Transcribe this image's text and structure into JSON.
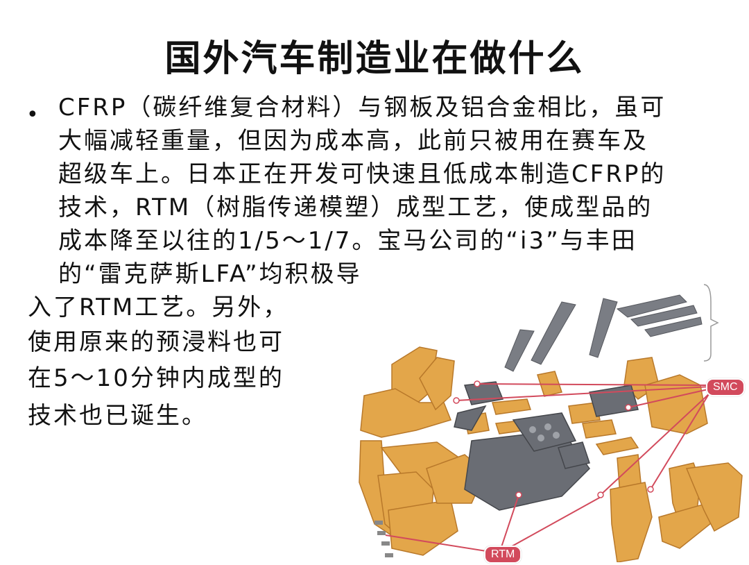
{
  "slide": {
    "title": "国外汽车制造业在做什么",
    "bullet_symbol": "•",
    "paragraph_lines": [
      "CFRP（碳纤维复合材料）与钢板及铝合金相比，虽可",
      "大幅减轻重量，但因为成本高，此前只被用在赛车及",
      "超级车上。日本正在开发可快速且低成本制造CFRP的",
      "技术，RTM（树脂传递模塑）成型工艺，使成型品的",
      "成本降至以往的1/5～1/7。宝马公司的“i3”与丰田",
      "的“雷克萨斯LFA”均积极导"
    ],
    "wrap_lines": [
      "入了RTM工艺。另外，",
      "使用原来的预浸料也可",
      "在5～10分钟内成型的",
      "技术也已诞生。"
    ]
  },
  "figure": {
    "labels": {
      "smc": "SMC",
      "rtm": "RTM"
    },
    "colors": {
      "part": "#e3a64a",
      "part_dark": "#b8782a",
      "gray": "#6a6d74",
      "leader": "#d24a5c"
    }
  }
}
